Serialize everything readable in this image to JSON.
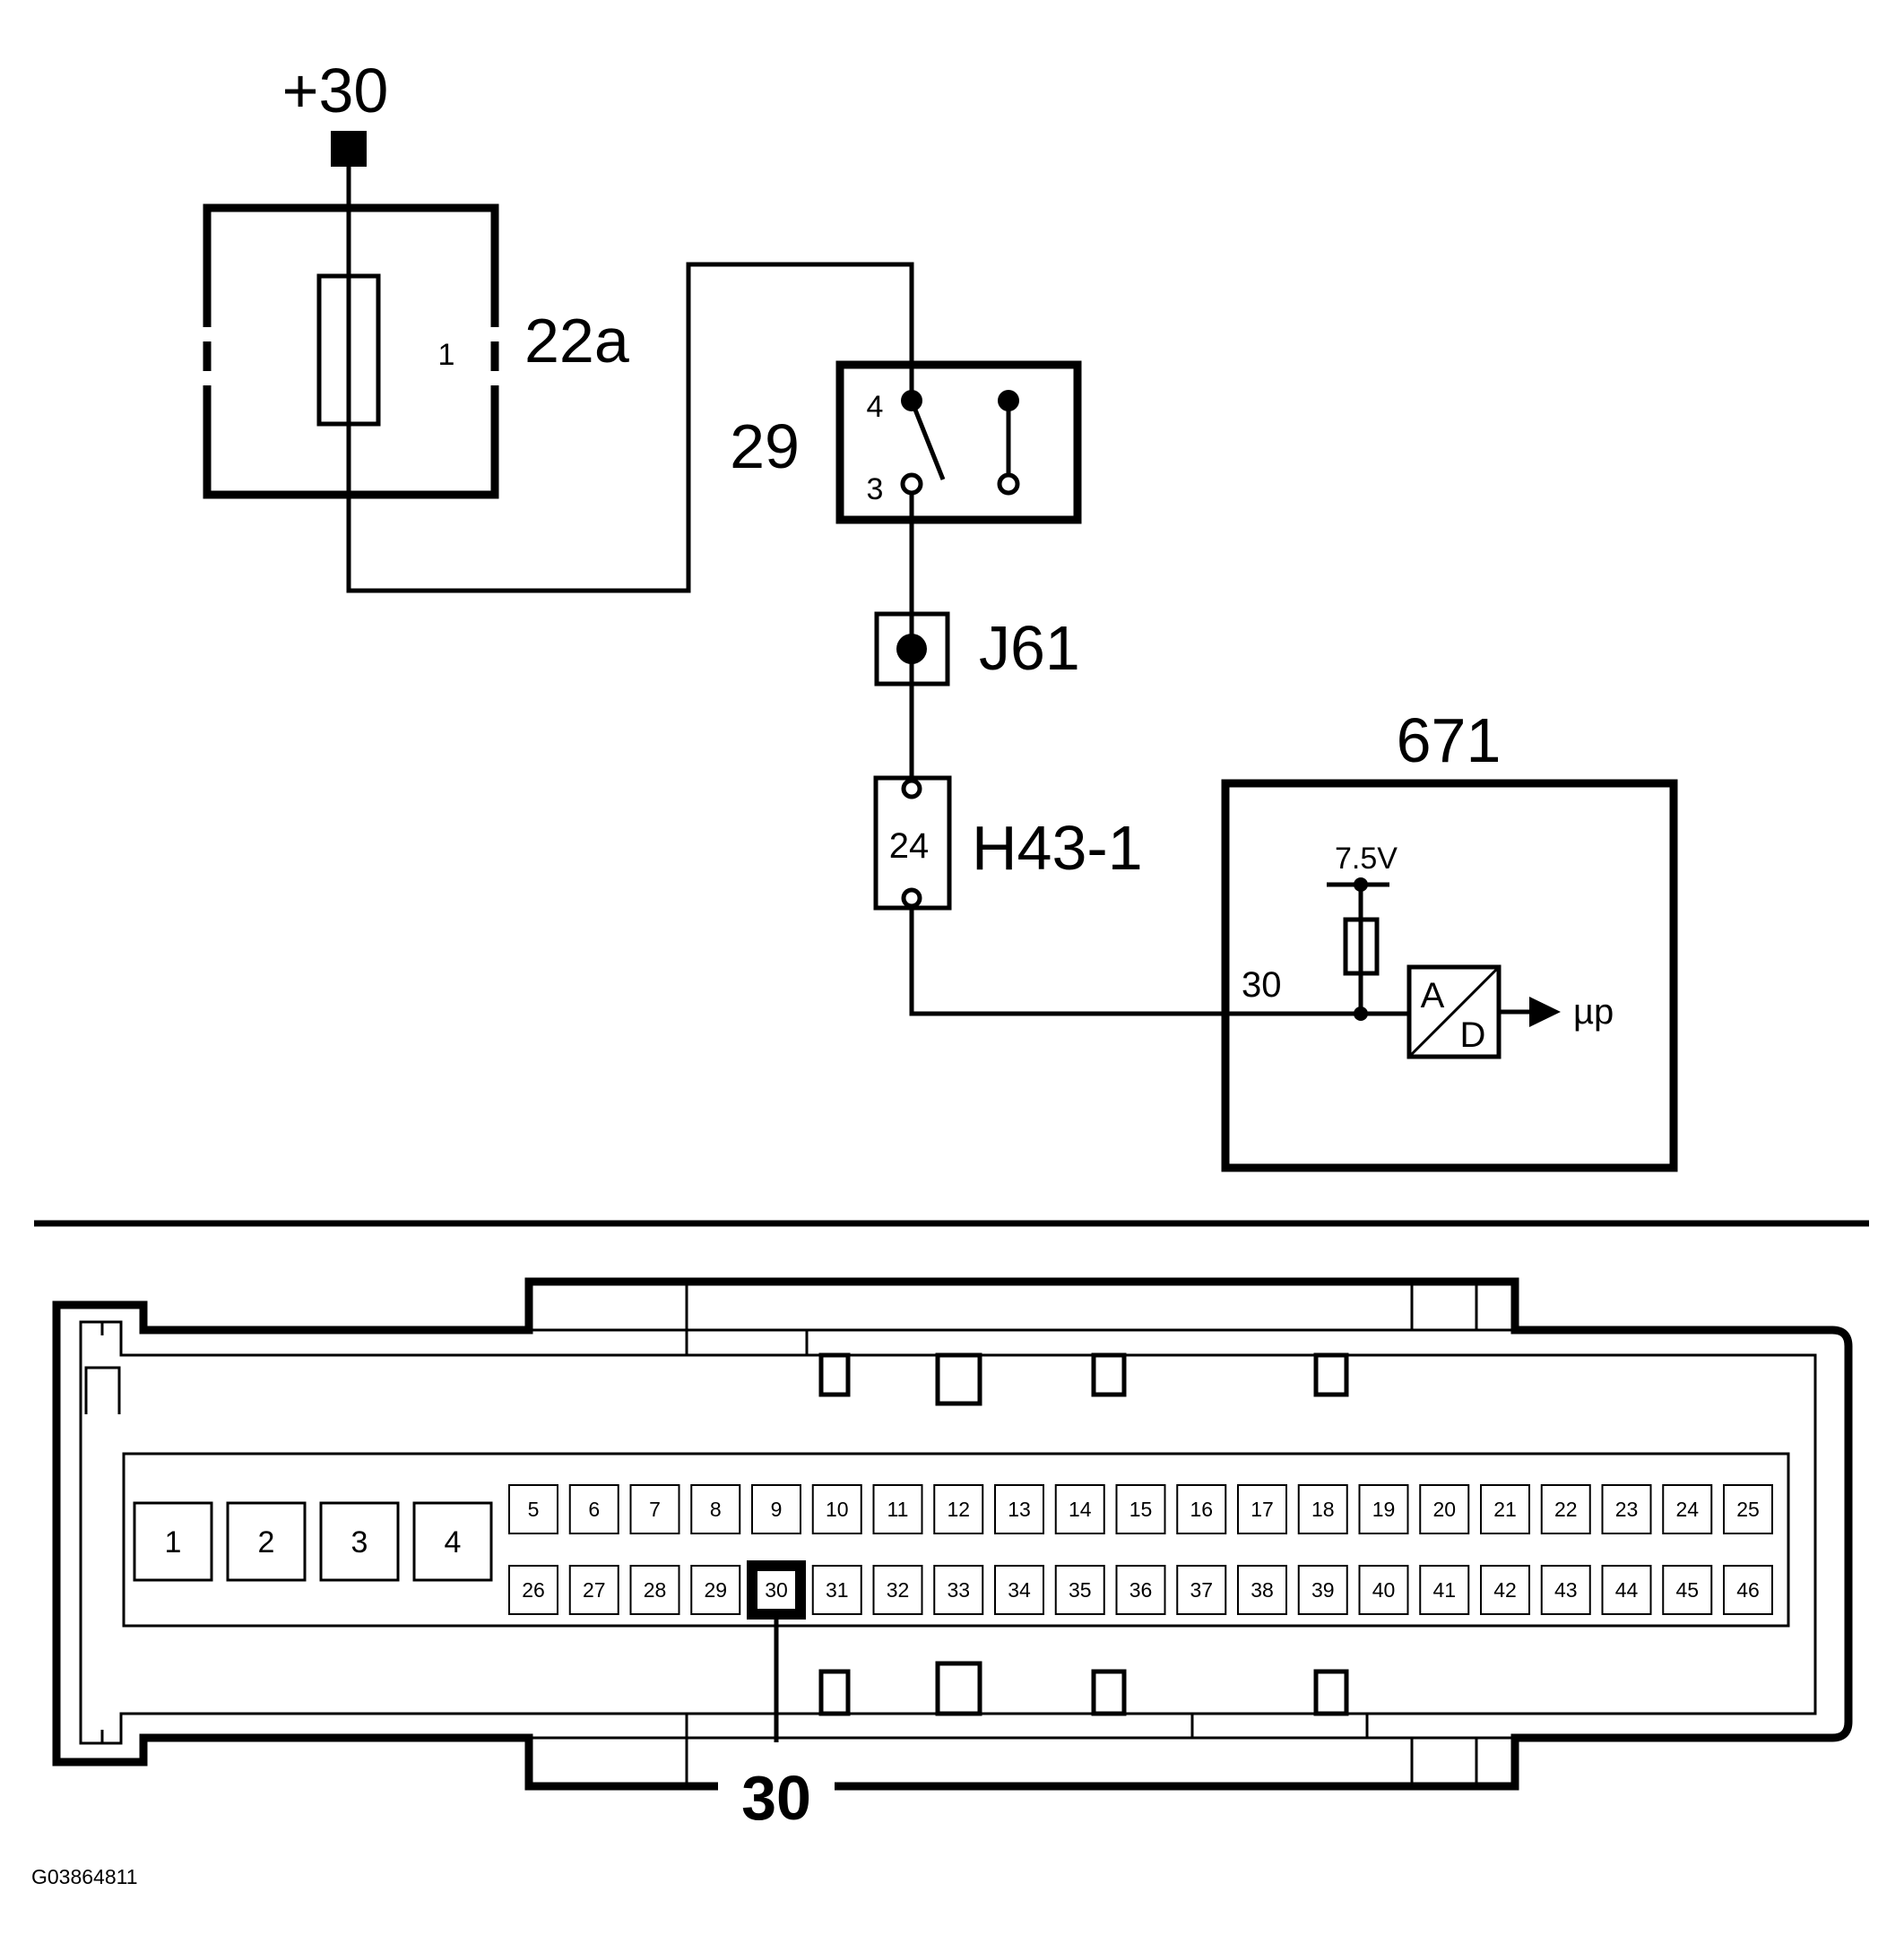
{
  "supply_label": "+30",
  "fuse": {
    "id": "22a",
    "pin": "1"
  },
  "switch": {
    "id": "29",
    "pin_top": "4",
    "pin_bottom": "3"
  },
  "junction": {
    "id": "J61"
  },
  "connector_inline": {
    "id": "H43-1",
    "pin": "24"
  },
  "module": {
    "id": "671",
    "pin": "30",
    "voltage": "7.5V",
    "ad_top": "A",
    "ad_bottom": "D",
    "output": "µp"
  },
  "connector_face": {
    "large_pins": [
      "1",
      "2",
      "3",
      "4"
    ],
    "row1": [
      "5",
      "6",
      "7",
      "8",
      "9",
      "10",
      "11",
      "12",
      "13",
      "14",
      "15",
      "16",
      "17",
      "18",
      "19",
      "20",
      "21",
      "22",
      "23",
      "24",
      "25"
    ],
    "row2": [
      "26",
      "27",
      "28",
      "29",
      "30",
      "31",
      "32",
      "33",
      "34",
      "35",
      "36",
      "37",
      "38",
      "39",
      "40",
      "41",
      "42",
      "43",
      "44",
      "45",
      "46"
    ],
    "highlight_pin": "30",
    "callout": "30"
  },
  "figure_code": "G03864811"
}
